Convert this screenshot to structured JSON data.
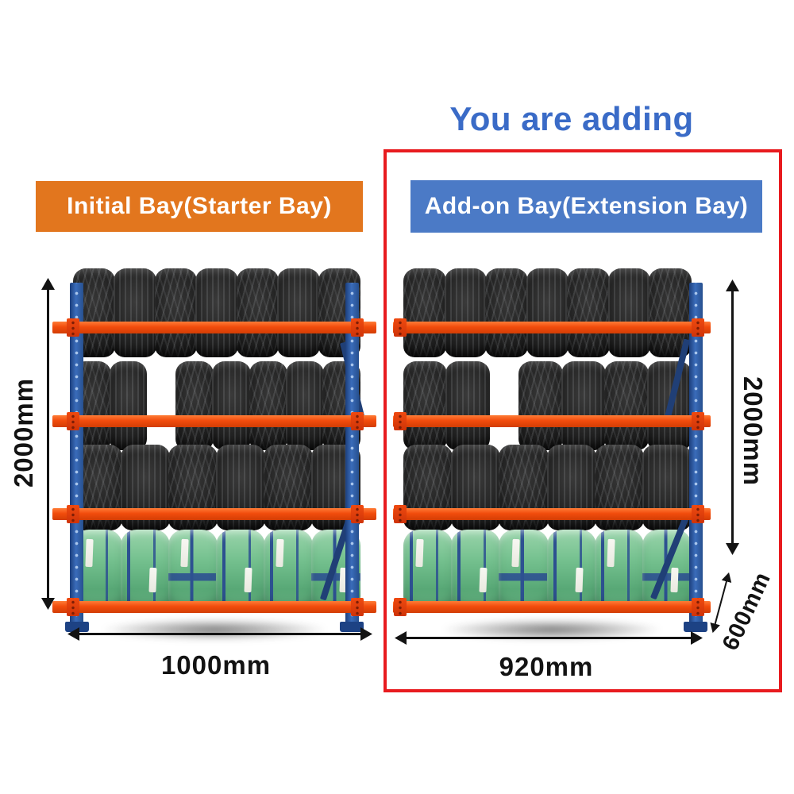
{
  "title": "You are adding",
  "bays": {
    "initial": {
      "banner": "Initial Bay(Starter Bay)",
      "height": "2000mm",
      "width": "1000mm"
    },
    "addon": {
      "banner": "Add-on Bay(Extension Bay)",
      "height": "2000mm",
      "width": "920mm",
      "depth": "600mm"
    }
  },
  "colors": {
    "title_blue": "#3a6bc7",
    "banner_orange": "#e2761e",
    "banner_blue": "#4b7ac6",
    "highlight_red": "#e81b1f",
    "frame_blue": "#2e5fa9",
    "beam_orange": "#f24c0d",
    "wrap_green": "#58a876",
    "strap_navy": "#2d5191",
    "dimension_black": "#131313"
  },
  "racks": {
    "left": {
      "levels": [
        {
          "tires": [
            7
          ],
          "kind": "black"
        },
        {
          "tires": [
            2,
            5
          ],
          "kind": "black"
        },
        {
          "tires": [
            6
          ],
          "kind": "black"
        },
        {
          "tires": [
            6
          ],
          "kind": "wrapped"
        }
      ]
    },
    "right": {
      "levels": [
        {
          "tires": [
            7
          ],
          "kind": "black"
        },
        {
          "tires": [
            2,
            4
          ],
          "kind": "black"
        },
        {
          "tires": [
            6
          ],
          "kind": "black"
        },
        {
          "tires": [
            6
          ],
          "kind": "wrapped"
        }
      ]
    }
  }
}
